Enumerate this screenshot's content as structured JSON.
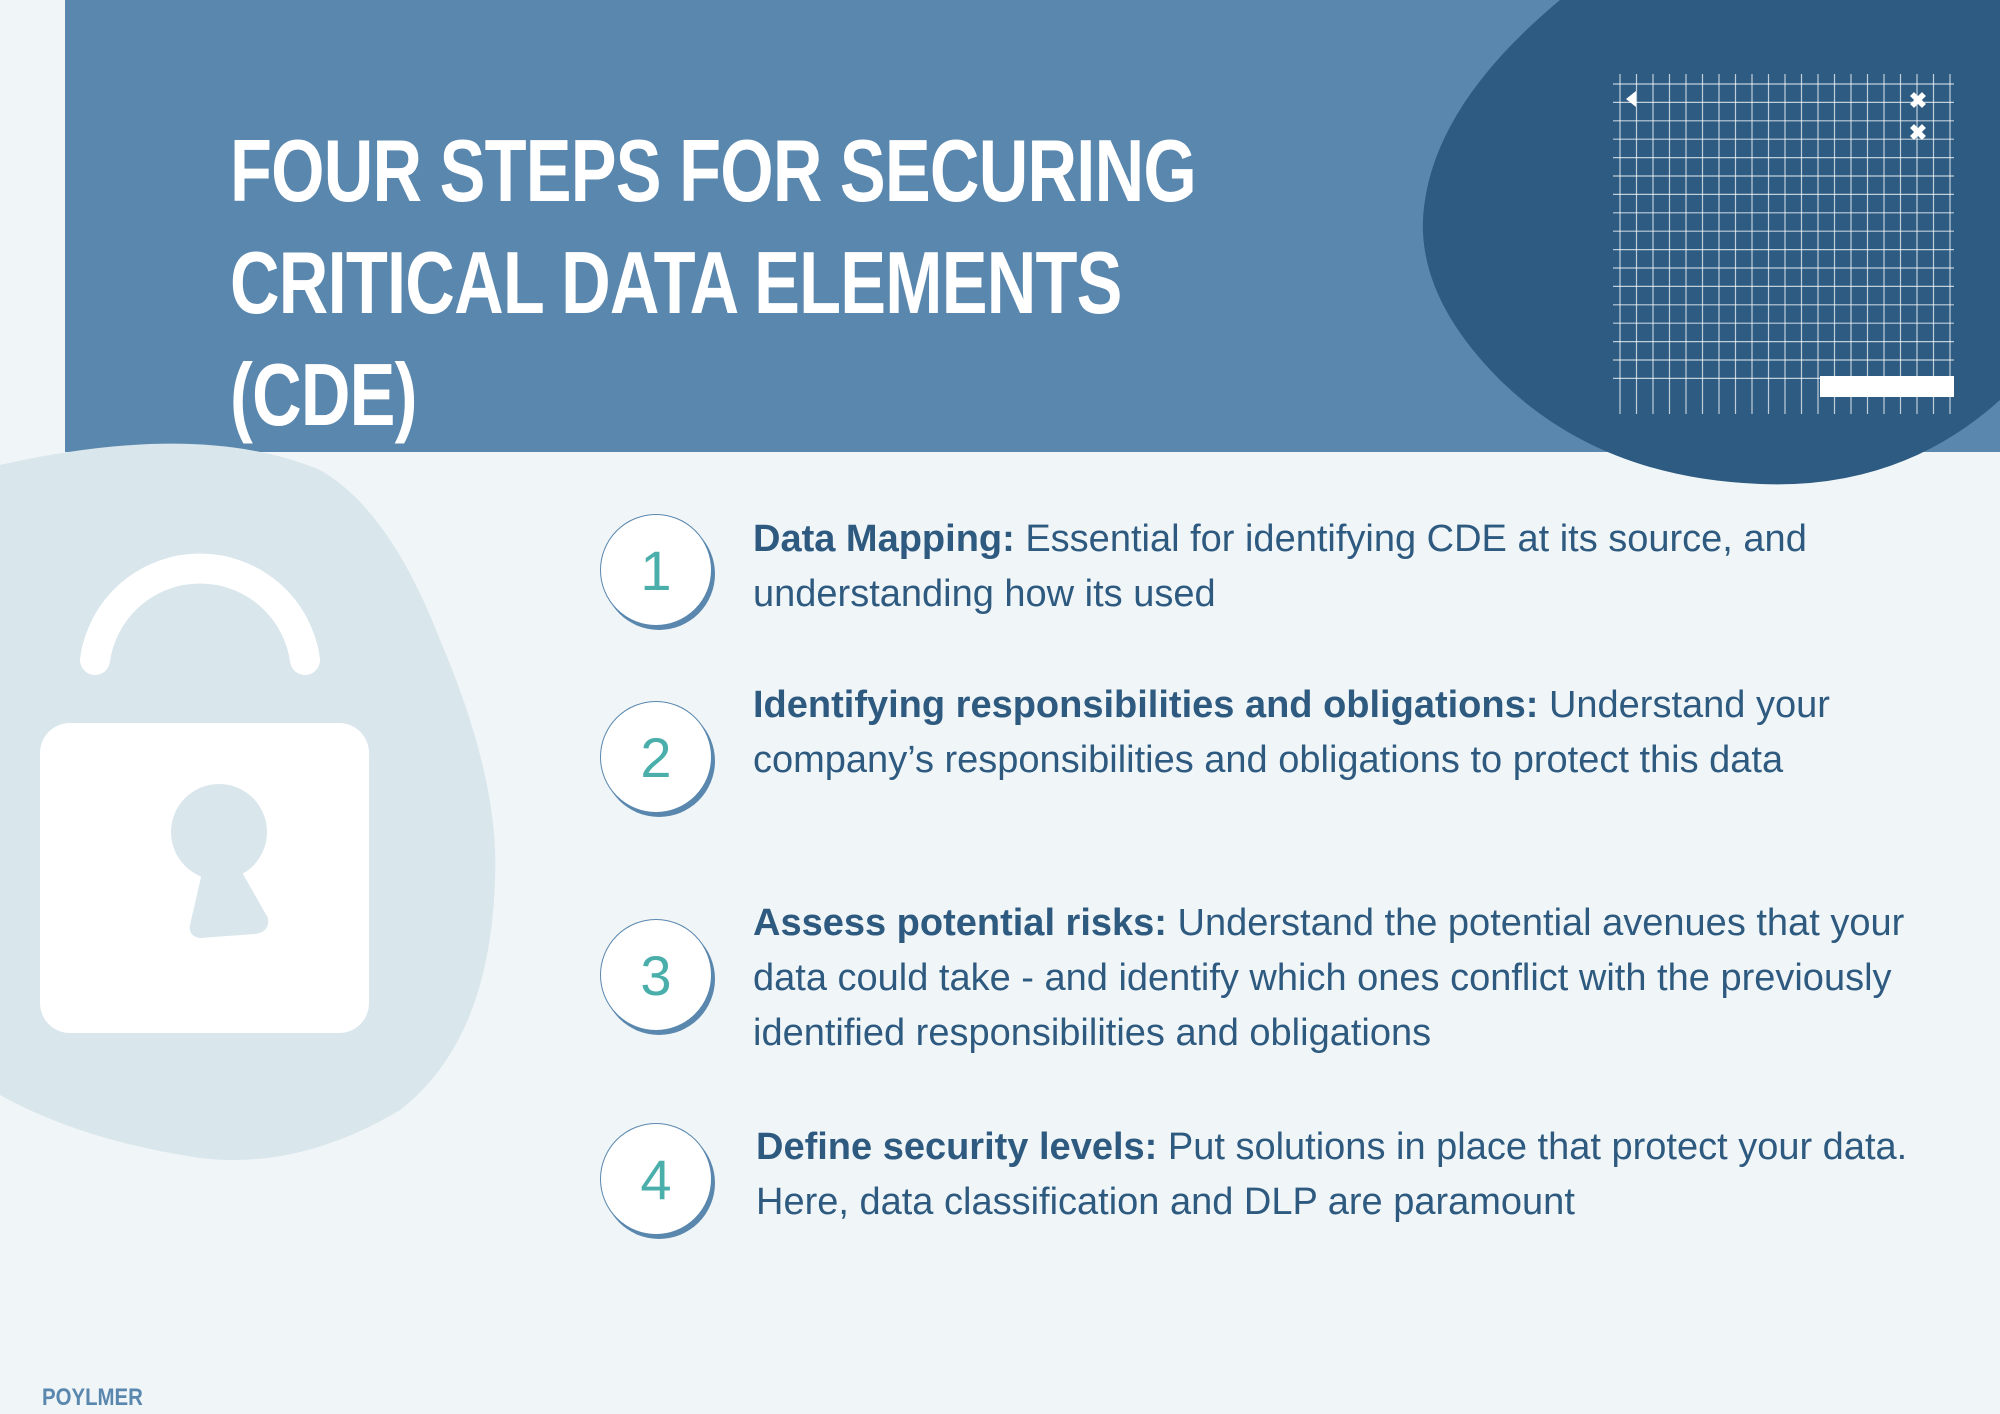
{
  "title": {
    "lines": [
      "FOUR STEPS FOR SECURING",
      "CRITICAL DATA ELEMENTS",
      "(CDE)"
    ]
  },
  "steps": [
    {
      "number": "1",
      "heading": "Data Mapping:",
      "body": " Essential for identifying CDE at its source, and understanding how its used"
    },
    {
      "number": "2",
      "heading": "Identifying responsibilities and obligations:",
      "body": " Understand your company’s responsibilities and obligations to protect this data"
    },
    {
      "number": "3",
      "heading": "Assess potential risks:",
      "body": " Understand the potential avenues that your data could take - and identify which ones conflict with the previously identified responsibilities and obligations"
    },
    {
      "number": "4",
      "heading": "Define security levels:",
      "body": " Put solutions in place that protect your data. Here, data classification and DLP are paramount"
    }
  ],
  "brand": "POYLMER",
  "colors": {
    "band": "#5a87ae",
    "blob": "#2e5b82",
    "accent": "#4aaeaa",
    "text": "#2e5a80",
    "lock_bg": "#d9e6ec"
  }
}
